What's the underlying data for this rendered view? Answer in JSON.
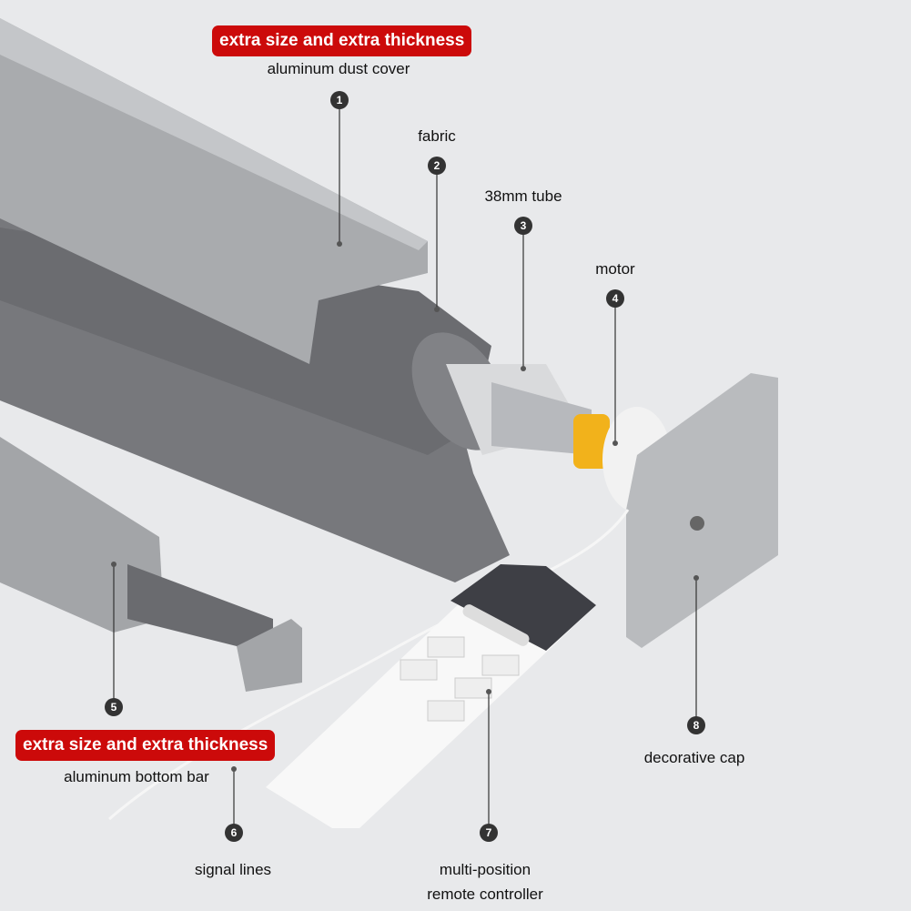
{
  "badges": {
    "top": "extra size and extra thickness",
    "bottom": "extra size and extra thickness"
  },
  "callouts": [
    {
      "number": "1",
      "label": "aluminum dust cover"
    },
    {
      "number": "2",
      "label": "fabric"
    },
    {
      "number": "3",
      "label": "38mm tube"
    },
    {
      "number": "4",
      "label": "motor"
    },
    {
      "number": "5",
      "label": "aluminum bottom bar"
    },
    {
      "number": "6",
      "label": "signal lines"
    },
    {
      "number": "7",
      "label": "multi-position",
      "label2": "remote controller"
    },
    {
      "number": "8",
      "label": "decorative cap"
    }
  ],
  "colors": {
    "badge": "#cc0a0a",
    "background": "#e8e9eb",
    "motor_gear": "#f2b21b"
  }
}
